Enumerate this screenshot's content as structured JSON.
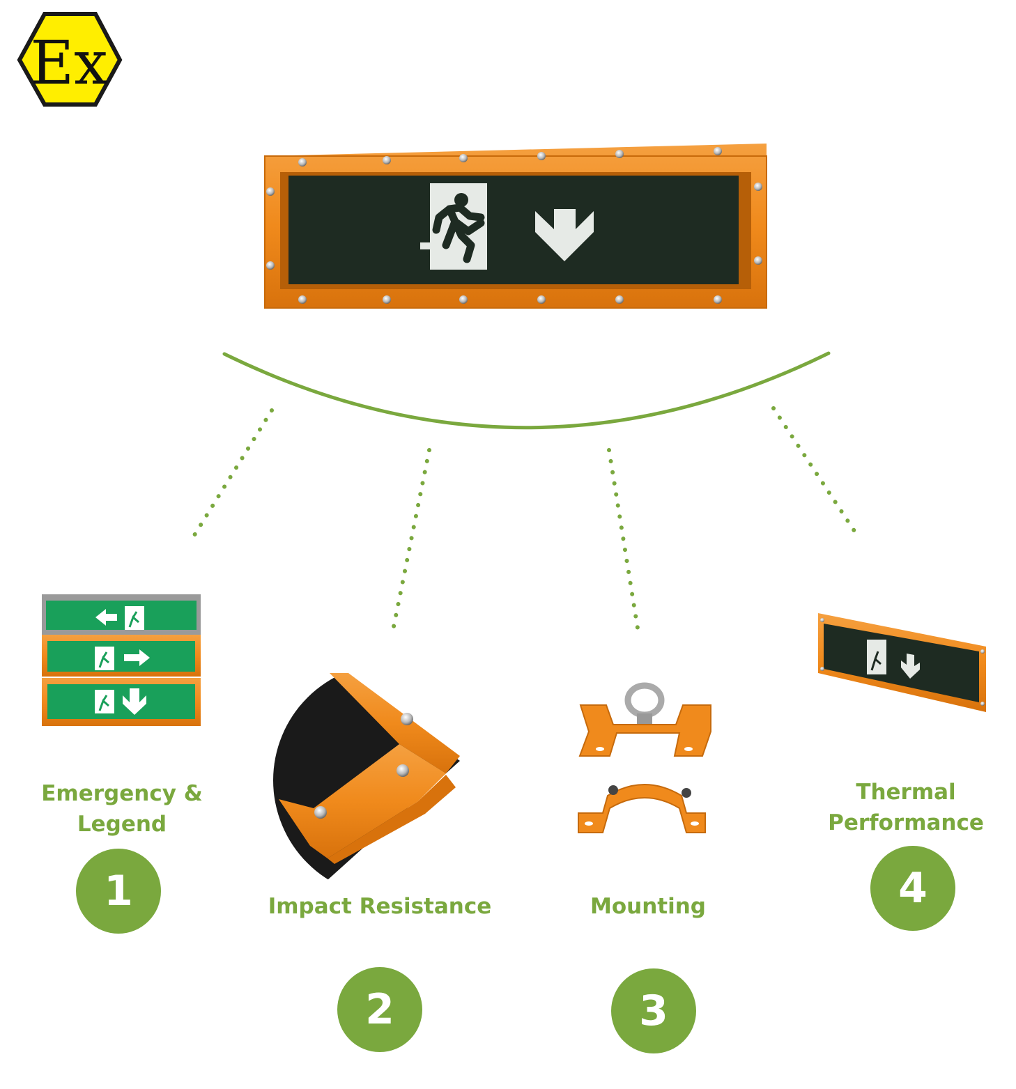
{
  "logo": {
    "text": "Ex"
  },
  "features": [
    {
      "label_lines": [
        "Emergency &",
        "Legend"
      ],
      "number": "1"
    },
    {
      "label_lines": [
        "Impact Resistance"
      ],
      "number": "2"
    },
    {
      "label_lines": [
        "Mounting"
      ],
      "number": "3"
    },
    {
      "label_lines": [
        "Thermal",
        "Performance"
      ],
      "number": "4"
    }
  ],
  "colors": {
    "accent_green": "#7aa83e",
    "frame_orange": "#f08a1c",
    "panel_dark": "#1e2b22",
    "sign_green": "#19a05a",
    "logo_yellow": "#ffee00"
  }
}
